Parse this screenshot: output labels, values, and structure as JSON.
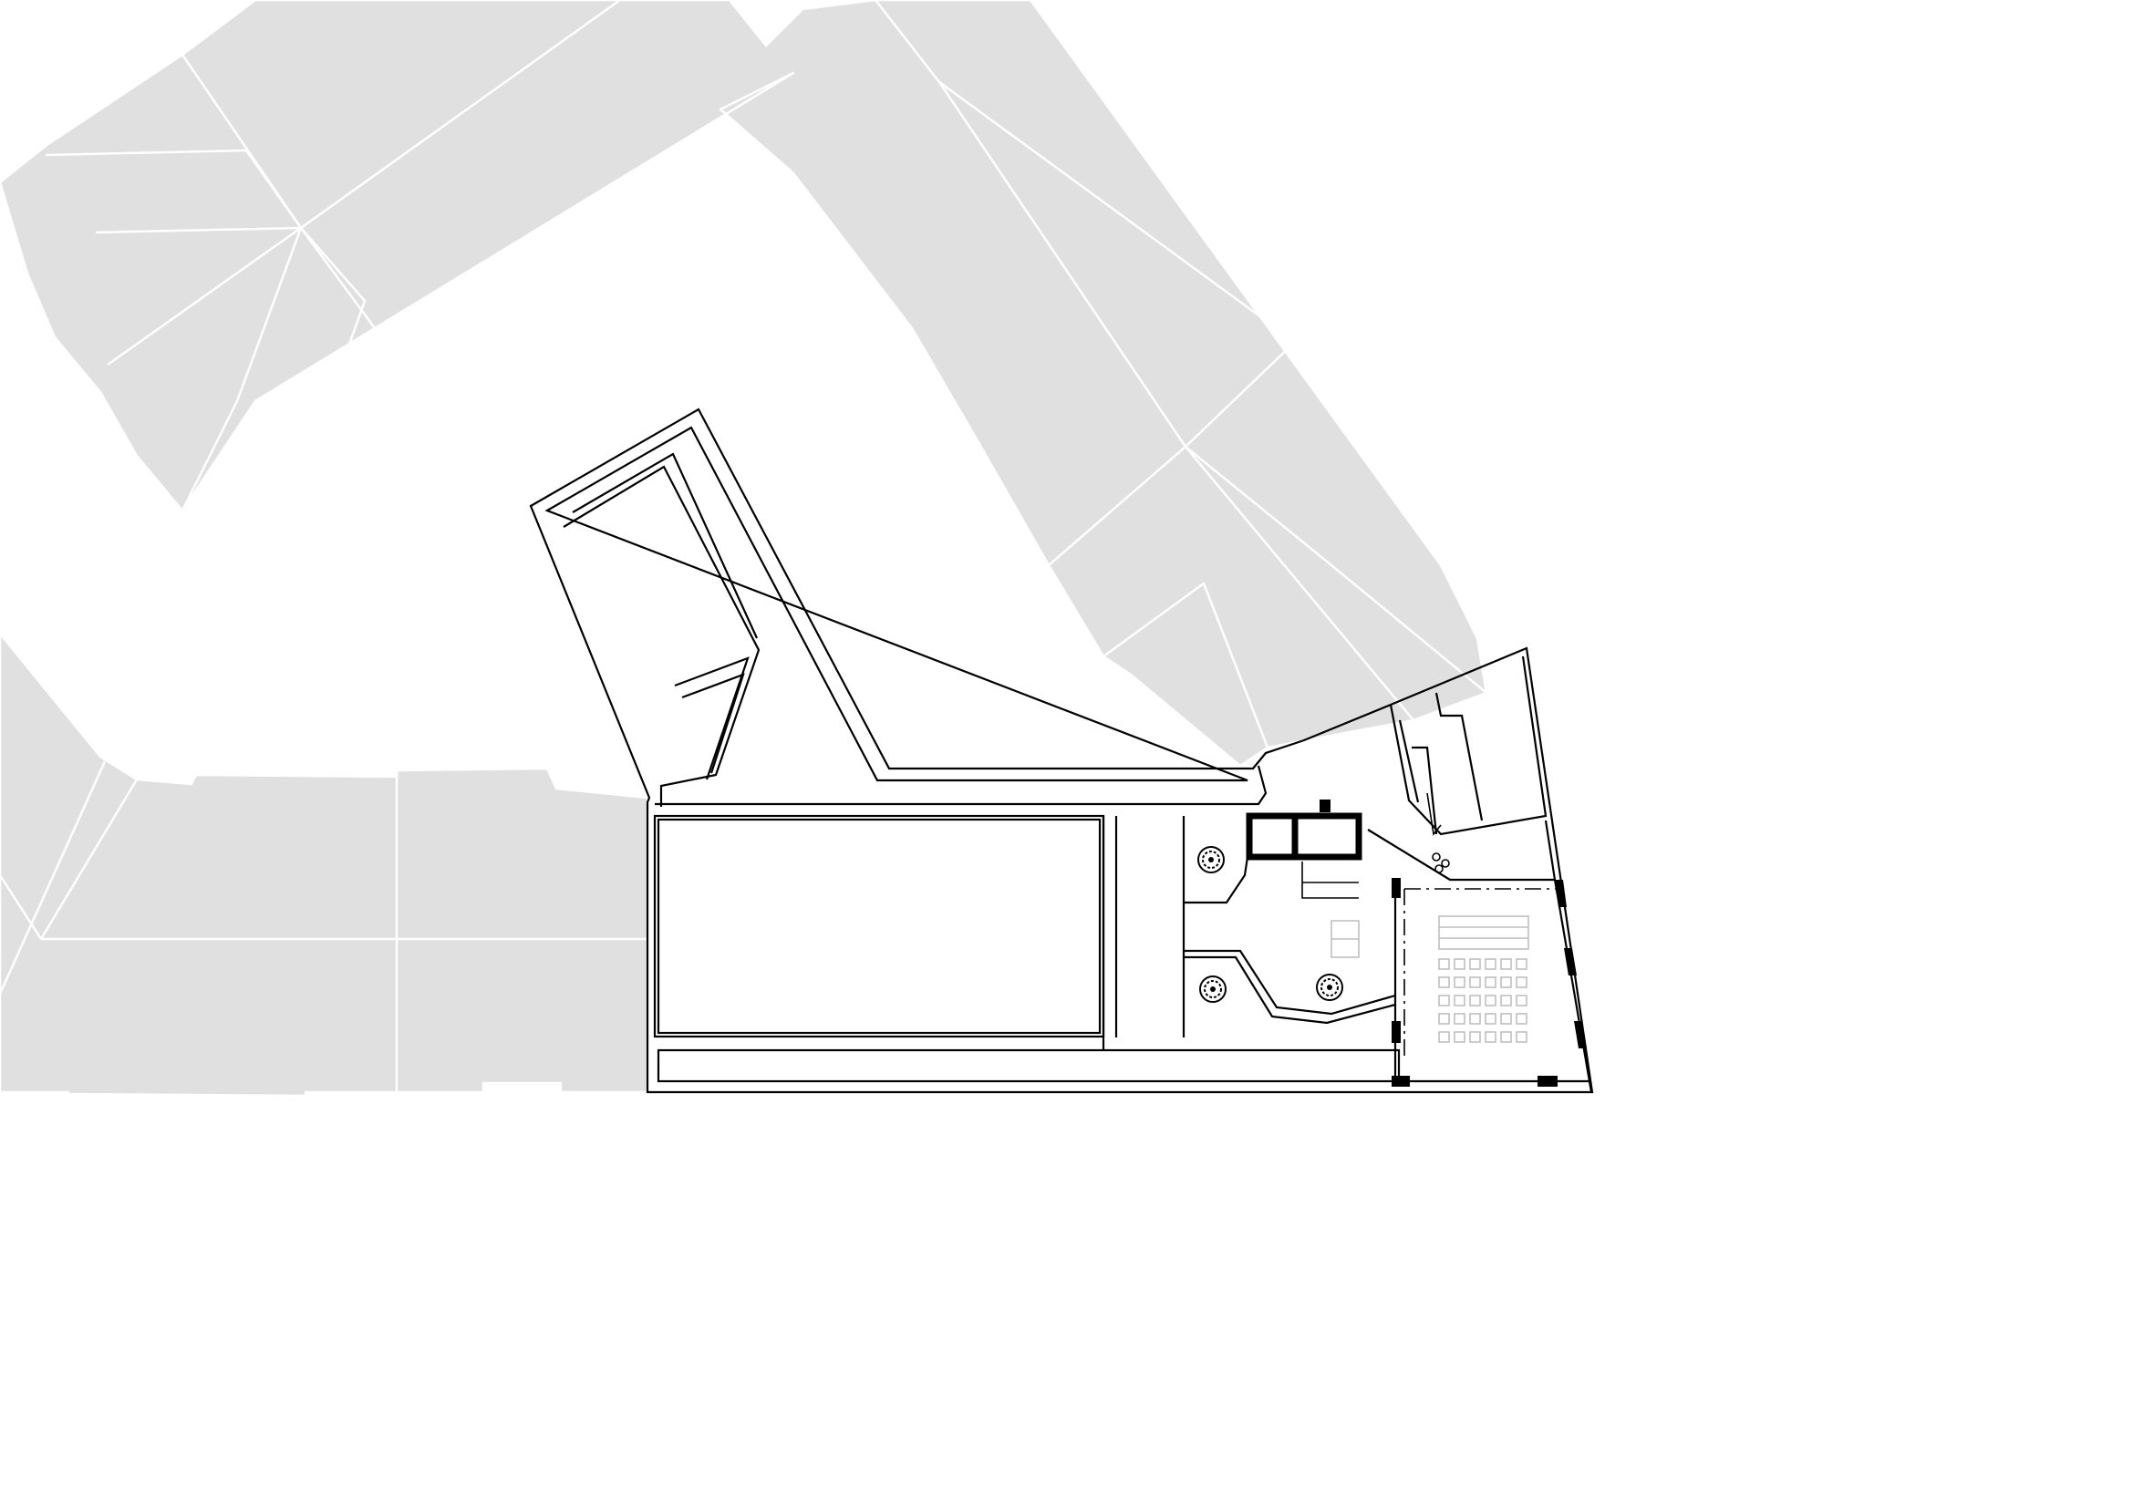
{
  "colors": {
    "background": "#ffffff",
    "neighbour_fill": "#e0e0e0",
    "neighbour_edge": "#ffffff",
    "wall_line": "#000000",
    "furniture_line": "#bfbfbf"
  },
  "plan": {
    "neighbour_buildings": 3,
    "planters": 3,
    "lift_core": 1,
    "seating_grid": {
      "rows": 5,
      "cols": 6
    }
  }
}
